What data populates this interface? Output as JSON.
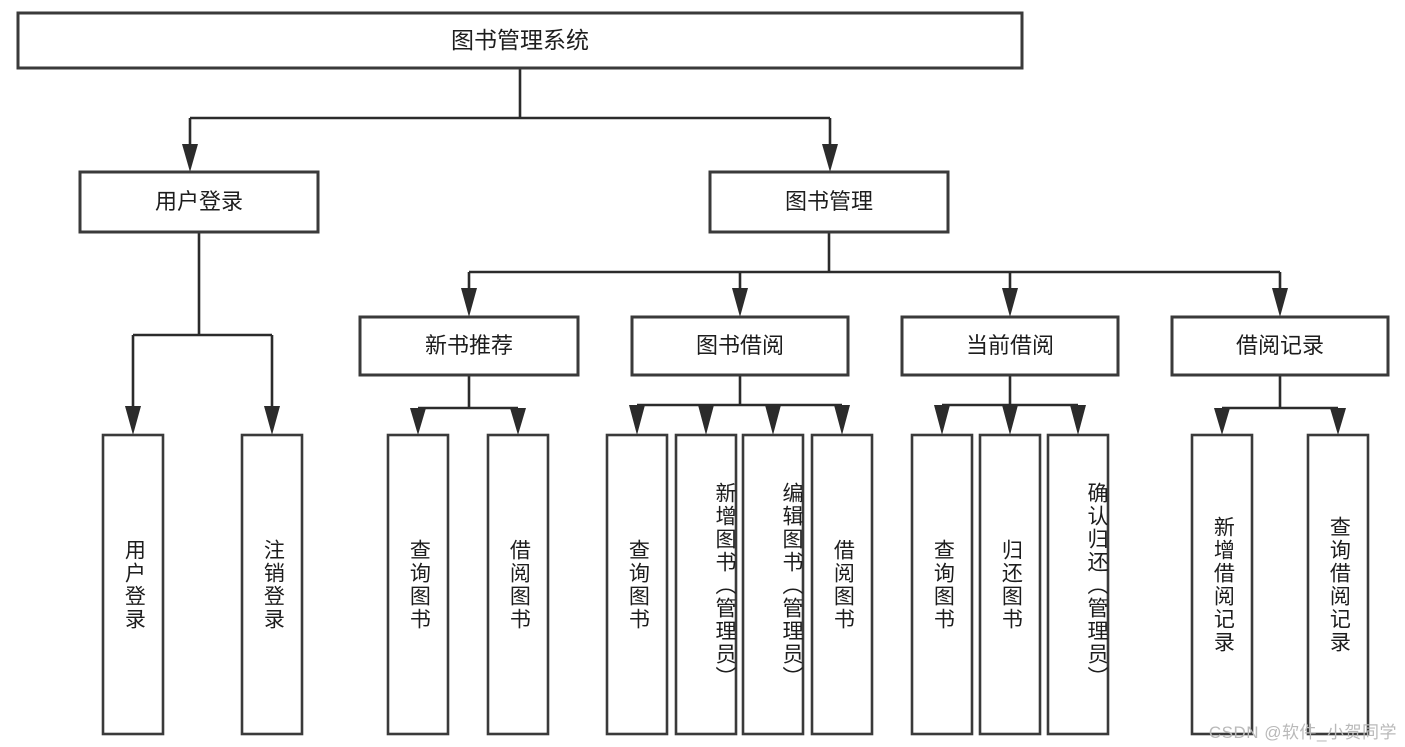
{
  "diagram": {
    "type": "tree",
    "title": "图书管理系统",
    "watermark": "CSDN @软件_小贺同学",
    "colors": {
      "box_stroke": "#3a3a3a",
      "connector": "#2b2b2b",
      "box_fill": "#ffffff",
      "text": "#1d1d1d",
      "watermark": "#b9b9b9"
    },
    "levels": {
      "level1": [
        {
          "id": "root",
          "label": "图书管理系统"
        }
      ],
      "level2": [
        {
          "id": "user-login",
          "label": "用户登录",
          "parent": "root"
        },
        {
          "id": "book-manage",
          "label": "图书管理",
          "parent": "root"
        }
      ],
      "level3": [
        {
          "id": "new-book-recommend",
          "label": "新书推荐",
          "parent": "book-manage"
        },
        {
          "id": "book-borrow",
          "label": "图书借阅",
          "parent": "book-manage"
        },
        {
          "id": "current-borrow",
          "label": "当前借阅",
          "parent": "book-manage"
        },
        {
          "id": "borrow-record",
          "label": "借阅记录",
          "parent": "book-manage"
        }
      ],
      "leaves": [
        {
          "id": "leaf-user-login",
          "label": "用户登录",
          "parent": "user-login"
        },
        {
          "id": "leaf-user-logout",
          "label": "注销登录",
          "parent": "user-login"
        },
        {
          "id": "leaf-query-book-1",
          "label": "查询图书",
          "parent": "new-book-recommend"
        },
        {
          "id": "leaf-borrow-book-1",
          "label": "借阅图书",
          "parent": "new-book-recommend"
        },
        {
          "id": "leaf-query-book-2",
          "label": "查询图书",
          "parent": "book-borrow"
        },
        {
          "id": "leaf-add-book",
          "label": "新增图书（管理员）",
          "parent": "book-borrow"
        },
        {
          "id": "leaf-edit-book",
          "label": "编辑图书（管理员）",
          "parent": "book-borrow"
        },
        {
          "id": "leaf-borrow-book-2",
          "label": "借阅图书",
          "parent": "book-borrow"
        },
        {
          "id": "leaf-query-book-3",
          "label": "查询图书",
          "parent": "current-borrow"
        },
        {
          "id": "leaf-return-book",
          "label": "归还图书",
          "parent": "current-borrow"
        },
        {
          "id": "leaf-confirm-return",
          "label": "确认归还（管理员）",
          "parent": "current-borrow"
        },
        {
          "id": "leaf-add-record",
          "label": "新增借阅记录",
          "parent": "borrow-record"
        },
        {
          "id": "leaf-query-record",
          "label": "查询借阅记录",
          "parent": "borrow-record"
        }
      ]
    }
  }
}
